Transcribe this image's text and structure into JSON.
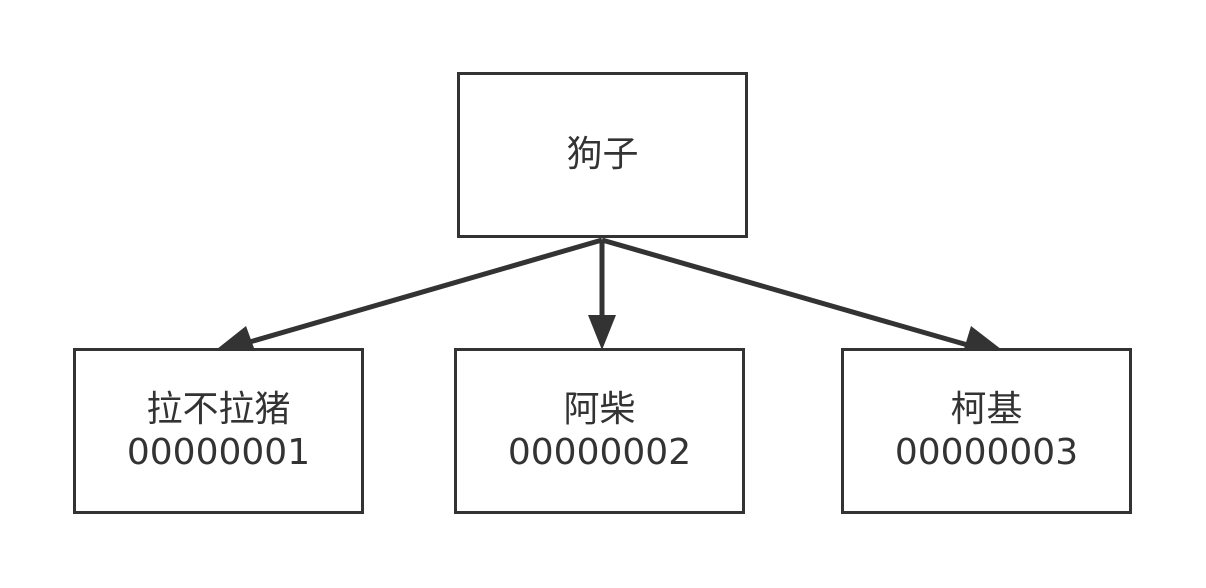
{
  "nodes": {
    "root": {
      "label": "狗子"
    },
    "left": {
      "name": "拉不拉猪",
      "code": "00000001"
    },
    "middle": {
      "name": "阿柴",
      "code": "00000002"
    },
    "right": {
      "name": "柯基",
      "code": "00000003"
    }
  },
  "colors": {
    "stroke": "#333333",
    "text": "#333333",
    "background": "#ffffff"
  }
}
